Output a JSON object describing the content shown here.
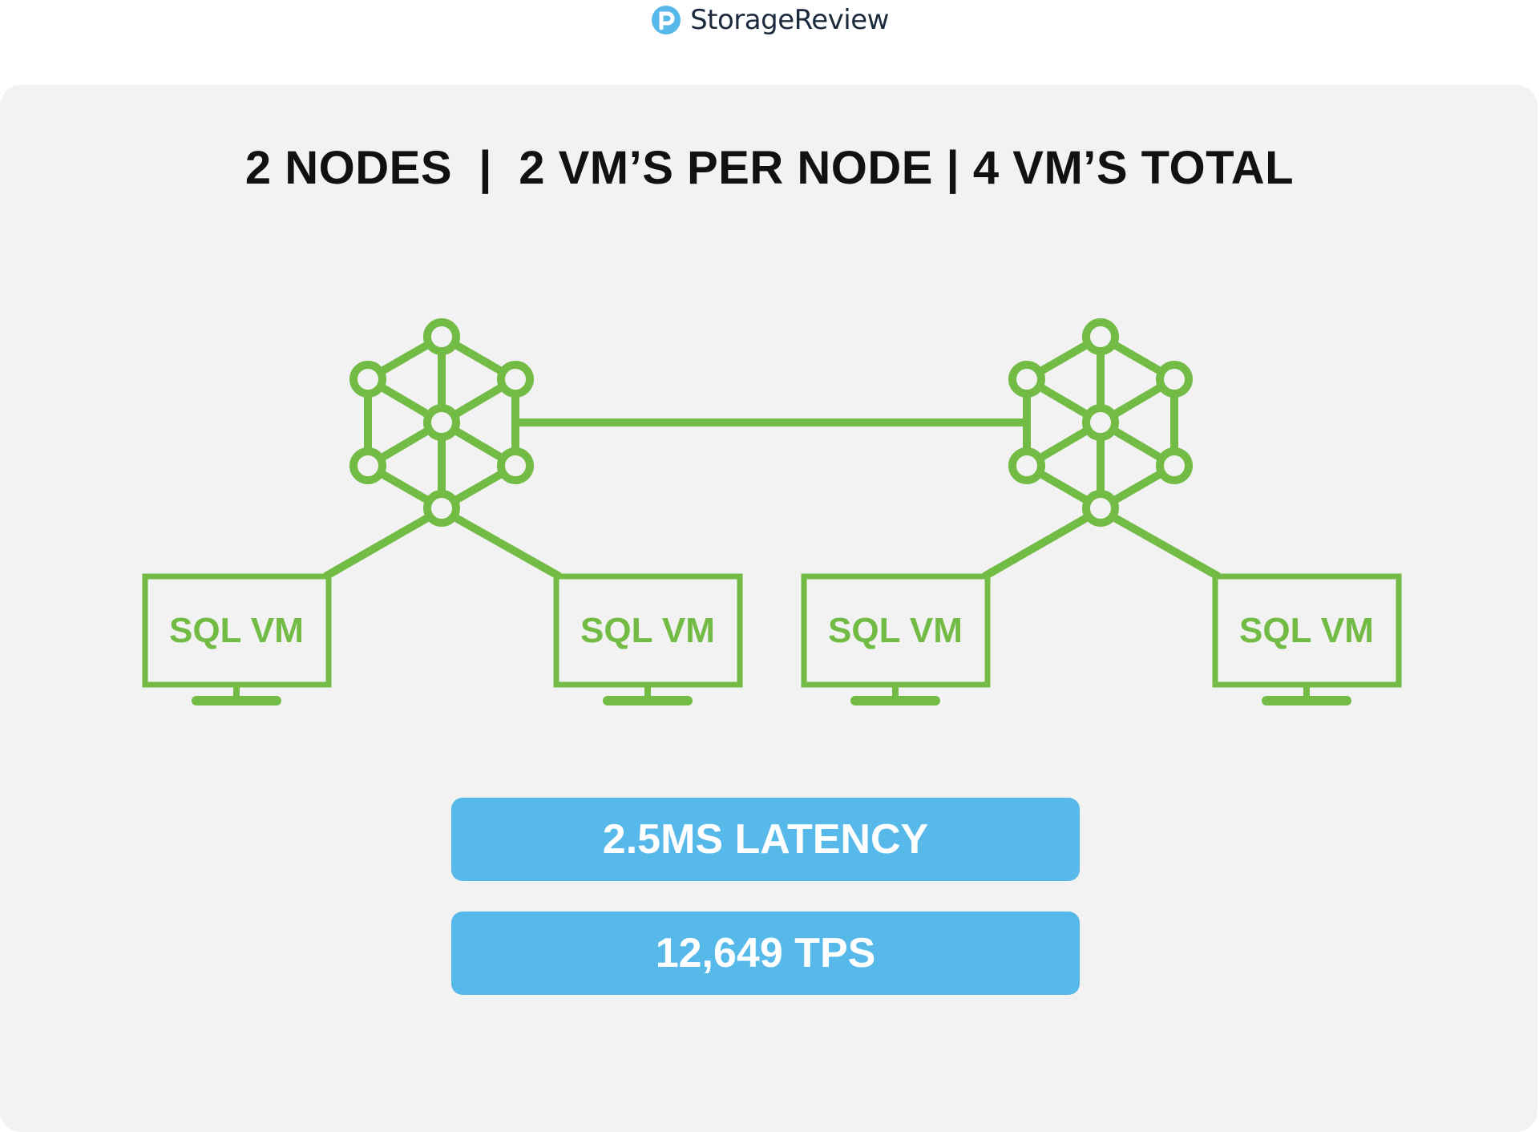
{
  "brand": {
    "name": "StorageReview",
    "logo_icon": "storagereview-logo-icon",
    "logo_color": "#56b9e9"
  },
  "headline": "2 NODES  |  2 VM’S PER NODE | 4 VM’S TOTAL",
  "diagram": {
    "accent_color": "#72bb45",
    "nodes": [
      {
        "icon": "cluster-node-icon",
        "vms": [
          {
            "label": "SQL VM",
            "icon": "monitor-icon"
          },
          {
            "label": "SQL VM",
            "icon": "monitor-icon"
          }
        ]
      },
      {
        "icon": "cluster-node-icon",
        "vms": [
          {
            "label": "SQL VM",
            "icon": "monitor-icon"
          },
          {
            "label": "SQL VM",
            "icon": "monitor-icon"
          }
        ]
      }
    ]
  },
  "stats": [
    {
      "label": "2.5MS LATENCY"
    },
    {
      "label": "12,649 TPS"
    }
  ],
  "stat_color": "#56b9e9"
}
